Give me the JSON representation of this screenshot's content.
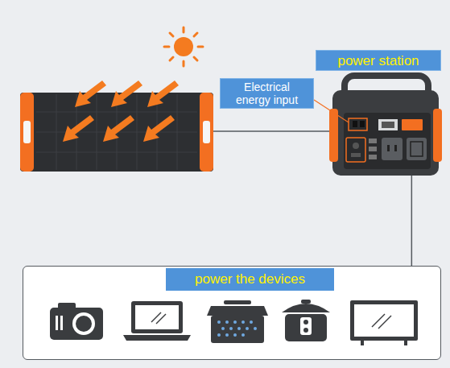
{
  "diagram": {
    "nodes": [
      {
        "text": [
          "power station"
        ]
      },
      {
        "text": [
          "Electrical energy input"
        ]
      },
      {
        "text": [
          "power the devices"
        ]
      }
    ],
    "edges": [
      {
        "from": 0,
        "to": 2,
        "arrow": "none"
      }
    ]
  }
}
